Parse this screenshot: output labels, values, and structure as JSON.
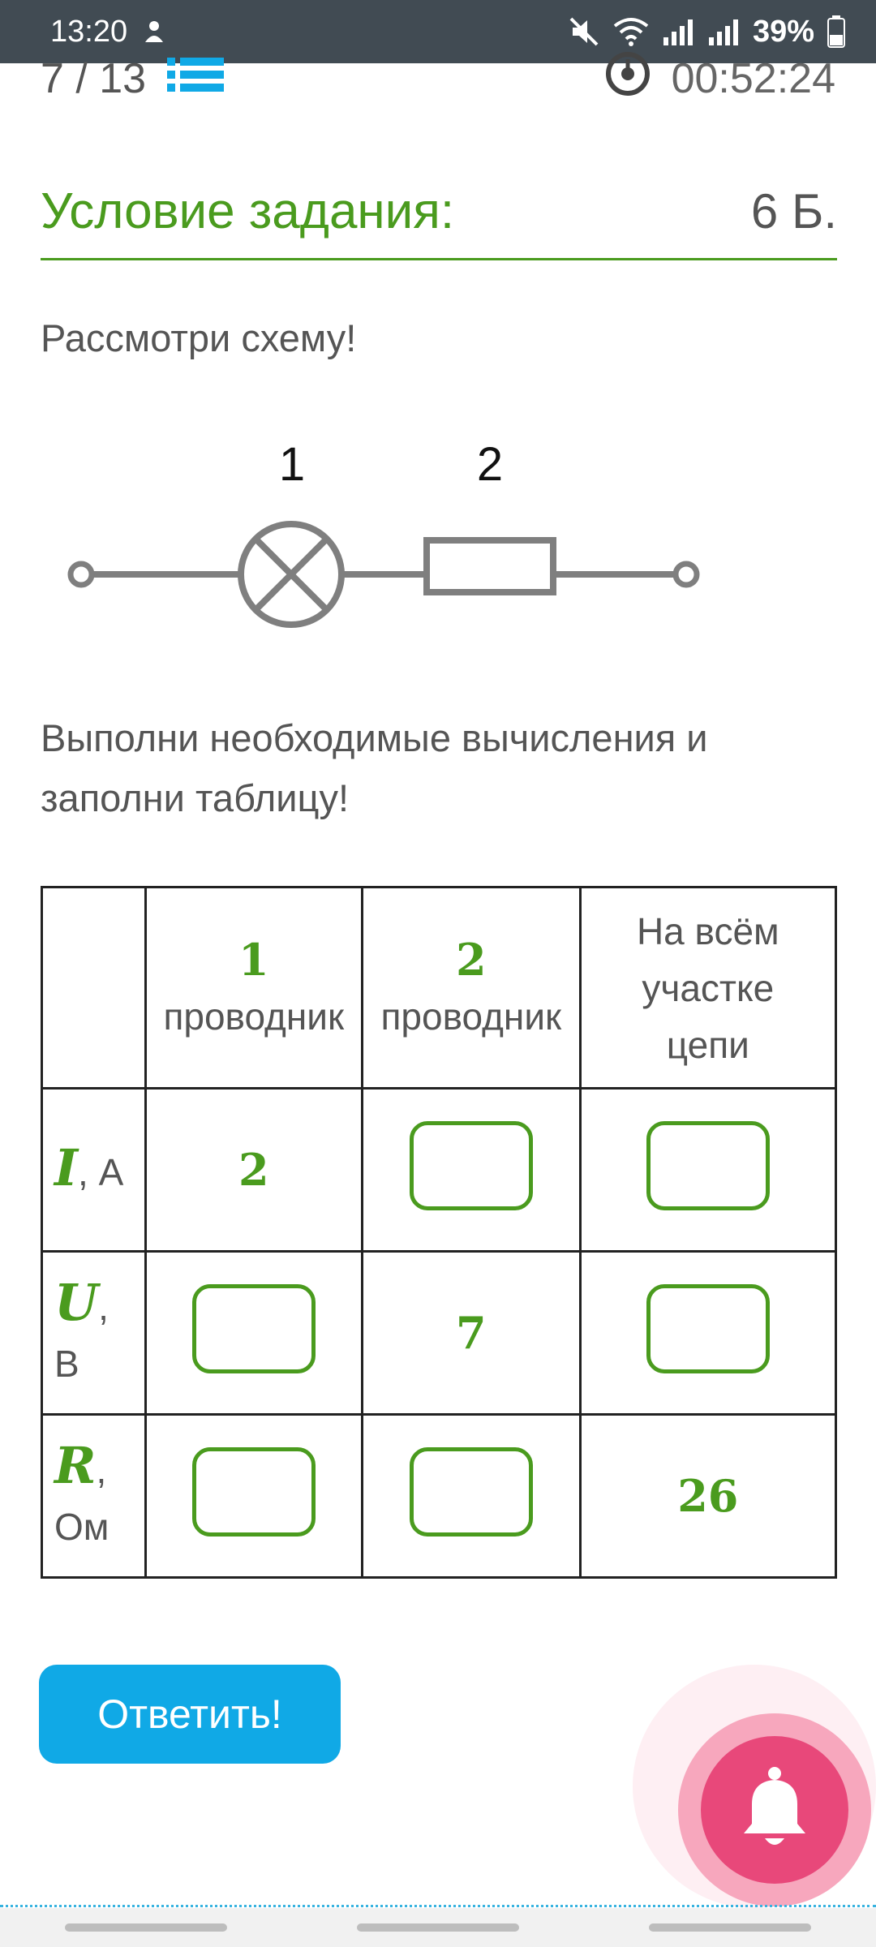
{
  "status_bar": {
    "time": "13:20",
    "battery": "39%"
  },
  "progress": {
    "counter": "7 / 13",
    "timer": "00:52:24"
  },
  "task": {
    "title": "Условие задания:",
    "points": "6 Б.",
    "instruction": "Рассмотри схему!",
    "task_line1": "Выполни необходимые вычисления и",
    "task_line2": "заполни таблицу!"
  },
  "circuit": {
    "label_1": "1",
    "label_2": "2"
  },
  "table": {
    "headers": [
      {
        "num": "1",
        "word": "проводник"
      },
      {
        "num": "2",
        "word": "проводник"
      },
      {
        "line1": "На всём",
        "line2": "участке",
        "line3": "цепи"
      }
    ],
    "rows": [
      {
        "var": "I",
        "unit": ", А",
        "values": [
          "2",
          "",
          ""
        ]
      },
      {
        "var": "U",
        "comma": ",",
        "unit": "В",
        "values": [
          "",
          "7",
          ""
        ]
      },
      {
        "var": "R",
        "comma": ",",
        "unit": "Ом",
        "values": [
          "",
          "",
          "26"
        ]
      }
    ]
  },
  "answer_button": "Ответить!",
  "colors": {
    "accent_green": "#4a9b1e",
    "button_blue": "#10a9e6",
    "bell_pink": "#e8487a",
    "status_bar": "#414b53"
  },
  "icons": [
    "do-not-disturb-icon",
    "mute-icon",
    "wifi-icon",
    "signal-icon",
    "battery-icon",
    "list-icon",
    "timer-icon",
    "bell-icon"
  ]
}
